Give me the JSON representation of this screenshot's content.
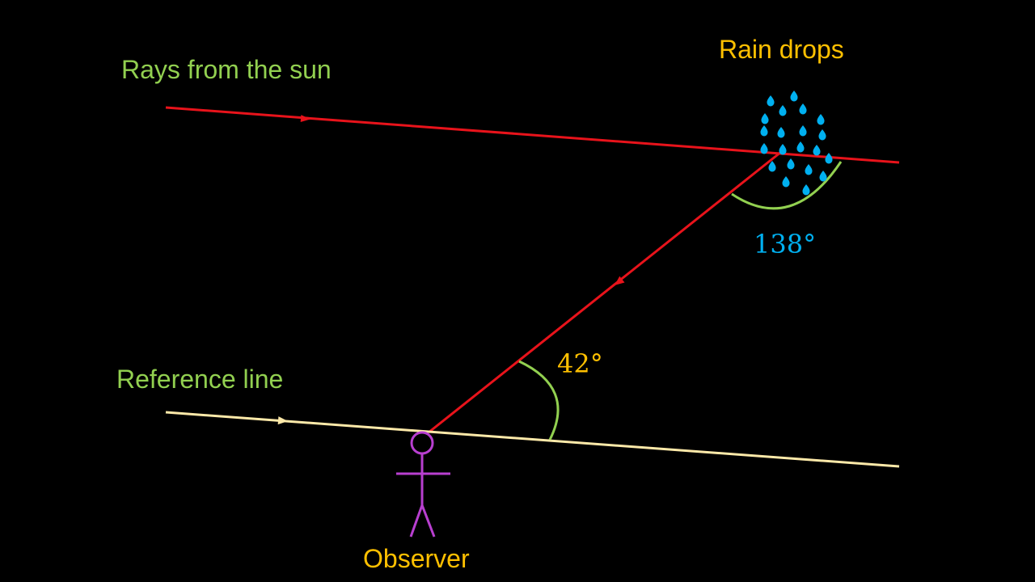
{
  "labels": {
    "sun_rays": "Rays from the sun",
    "rain_drops": "Rain drops",
    "reference_line": "Reference line",
    "observer": "Observer",
    "angle_obtuse": "138°",
    "angle_acute": "42°"
  },
  "colors": {
    "background": "#000000",
    "sun_ray": "#e8131b",
    "reference_line": "#fde9a9",
    "angle_arc": "#92d050",
    "label_green": "#92d050",
    "label_orange": "#ffc000",
    "label_blue": "#00b0f0",
    "rain_drop": "#00b0f0",
    "observer": "#b83fd0"
  },
  "icons": {
    "rain": "raindrop-icon",
    "observer": "stick-figure-icon",
    "arrow": "arrowhead-icon"
  }
}
